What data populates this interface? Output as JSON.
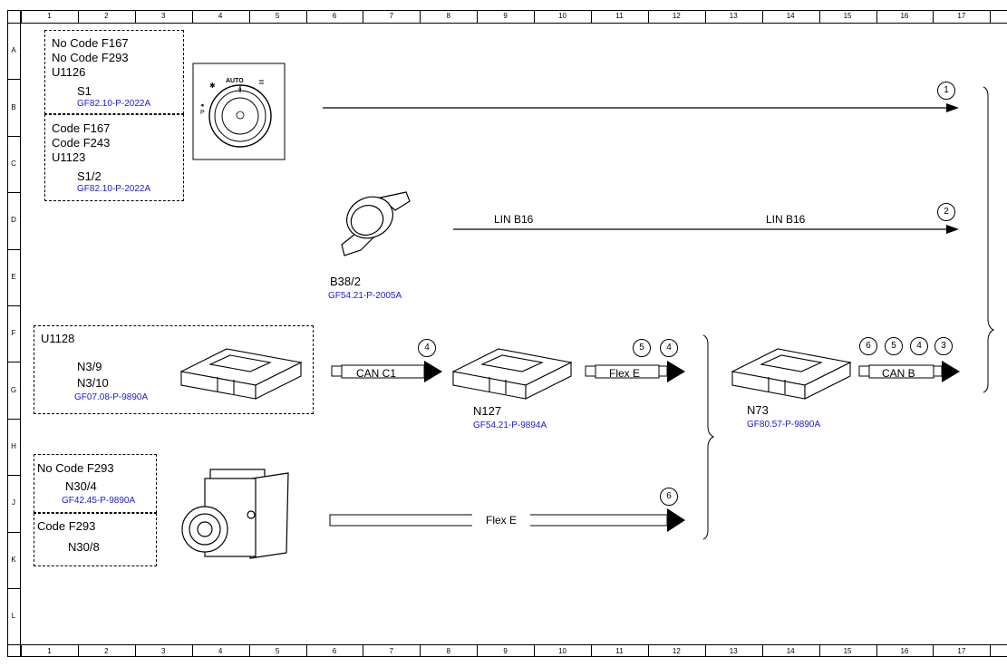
{
  "grid": {
    "columns": [
      "1",
      "2",
      "3",
      "4",
      "5",
      "6",
      "7",
      "8",
      "9",
      "10",
      "11",
      "12",
      "13",
      "14",
      "15",
      "16",
      "17"
    ],
    "rows": [
      "A",
      "B",
      "C",
      "D",
      "E",
      "F",
      "G",
      "H",
      "J",
      "K",
      "L"
    ]
  },
  "switch_group": {
    "upper": {
      "lines": [
        "No Code F167",
        "No Code F293",
        "U1126"
      ],
      "id": "S1",
      "ref": "GF82.10-P-2022A"
    },
    "lower": {
      "lines": [
        "Code F167",
        "Code F243",
        "U1123"
      ],
      "id": "S1/2",
      "ref": "GF82.10-P-2022A"
    },
    "switch_marks": {
      "auto": "AUTO",
      "zero": "0"
    }
  },
  "rain_sensor": {
    "id": "B38/2",
    "ref": "GF54.21-P-2005A"
  },
  "bus_labels": {
    "lin_1": "LIN B16",
    "lin_2": "LIN B16",
    "can_c1": "CAN C1",
    "flex_e_1": "Flex E",
    "can_b": "CAN B",
    "flex_e_2": "Flex E"
  },
  "markers": {
    "m1": "1",
    "m2": "2",
    "m3": "3",
    "m4a": "4",
    "m4b": "4",
    "m4c": "4",
    "m5a": "5",
    "m5b": "5",
    "m6a": "6",
    "m6b": "6"
  },
  "ecu_group": {
    "title": "U1128",
    "id1": "N3/9",
    "id2": "N3/10",
    "ref": "GF07.08-P-9890A"
  },
  "n127": {
    "id": "N127",
    "ref": "GF54.21-P-9894A"
  },
  "n73": {
    "id": "N73",
    "ref": "GF80.57-P-9890A"
  },
  "esp_group": {
    "upper": {
      "title": "No Code F293",
      "id": "N30/4",
      "ref": "GF42.45-P-9890A"
    },
    "lower": {
      "title": "Code F293",
      "id": "N30/8"
    }
  },
  "colors": {
    "reference_blue": "#1a1ad6",
    "line": "#000000"
  }
}
